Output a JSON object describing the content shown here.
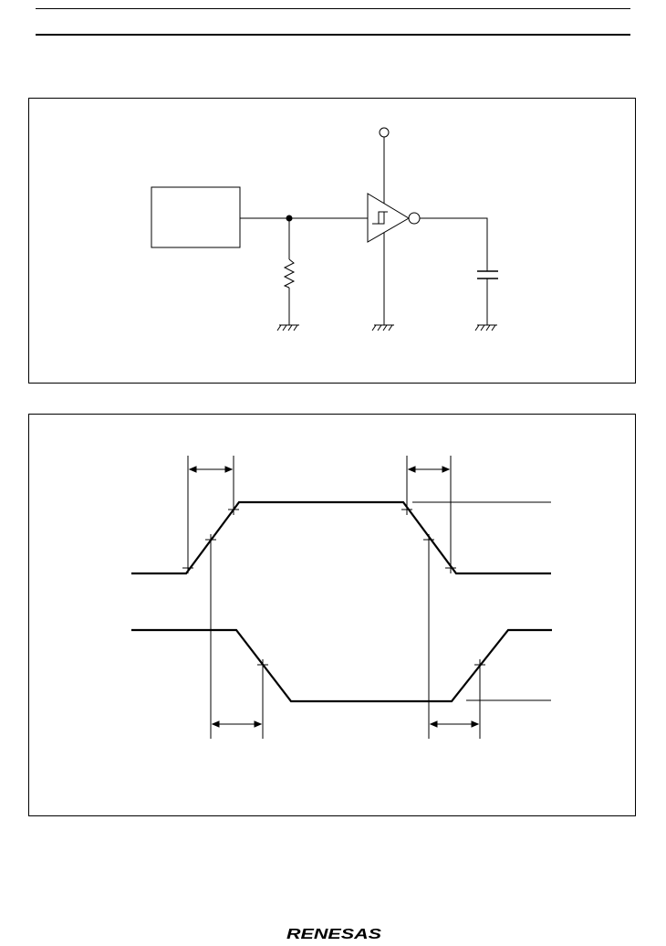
{
  "header": {
    "rules": [
      "thin-rule",
      "thick-rule"
    ]
  },
  "circuit_figure": {
    "components": [
      "source-block",
      "junction-node",
      "resistor",
      "schmitt-inverter",
      "capacitor",
      "supply-terminal",
      "ground-symbol"
    ],
    "icons": [
      "schmitt-hysteresis-icon",
      "ground-icon",
      "resistor-icon",
      "capacitor-icon"
    ]
  },
  "timing_figure": {
    "waveforms": [
      "input-waveform",
      "output-waveform"
    ],
    "markers": [
      "rise-time-dimension",
      "fall-time-dimension",
      "delay-dimension"
    ]
  },
  "footer": {
    "logo_text": "RENESAS",
    "logo_color": "#000000"
  }
}
